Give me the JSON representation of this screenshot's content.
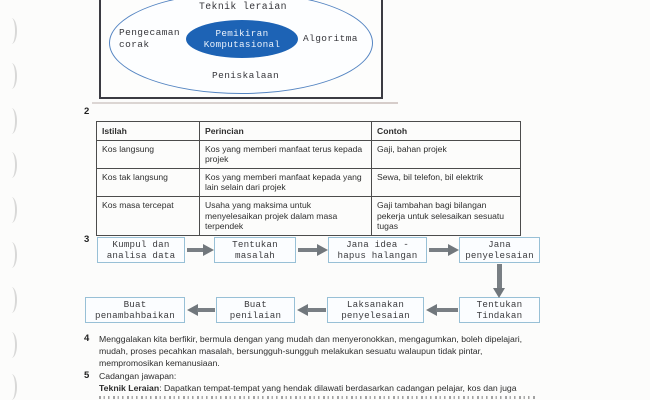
{
  "colors": {
    "accent_blue": "#1d63b5",
    "venn_outline_blue": "#5585c2",
    "flow_box_border": "#98c0d6",
    "arrow_gray": "#797f84",
    "table_border": "#4c4c4c"
  },
  "venn_diagram": {
    "title": "Teknik leraian",
    "center": {
      "l1": "Pemikiran",
      "l2": "Komputasional"
    },
    "left": {
      "l1": "Pengecaman",
      "l2": "corak"
    },
    "right": "Algoritma",
    "bottom": "Peniskalaan"
  },
  "cost_table": {
    "item_number": "2",
    "headers": [
      "Istilah",
      "Perincian",
      "Contoh"
    ],
    "rows": [
      [
        "Kos langsung",
        "Kos yang memberi manfaat terus kepada projek",
        "Gaji, bahan projek"
      ],
      [
        "Kos tak langsung",
        "Kos yang memberi manfaat kepada yang lain selain dari projek",
        "Sewa, bil telefon, bil elektrik"
      ],
      [
        "Kos masa tercepat",
        "Usaha yang maksima untuk menyelesaikan projek dalam masa terpendek",
        "Gaji tambahan bagi bilangan pekerja untuk selesaikan sesuatu tugas"
      ]
    ]
  },
  "flowchart": {
    "item_number": "3",
    "top_row": [
      {
        "l1": "Kumpul dan",
        "l2": "analisa data"
      },
      {
        "l1": "Tentukan",
        "l2": "masalah"
      },
      {
        "l1": "Jana idea -",
        "l2": "hapus halangan"
      },
      {
        "l1": "Jana",
        "l2": "penyelesaian"
      }
    ],
    "bottom_row": [
      {
        "l1": "Buat",
        "l2": "penambahbaikan"
      },
      {
        "l1": "Buat",
        "l2": "penilaian"
      },
      {
        "l1": "Laksanakan",
        "l2": "penyelesaian"
      },
      {
        "l1": "Tentukan",
        "l2": "Tindakan"
      }
    ]
  },
  "item4": {
    "item_number": "4",
    "line1": "Menggalakan kita berfikir, bermula dengan yang mudah dan menyeronokkan, mengagumkan, boleh dipelajari,",
    "line2": "mudah, proses pecahkan masalah, bersungguh-sungguh melakukan sesuatu walaupun tidak pintar,",
    "line3": "mempromosikan kemanusiaan."
  },
  "item5": {
    "item_number": "5",
    "heading": "Cadangan jawapan:",
    "answer_lead": "Teknik Leraian",
    "answer_rest": ": Dapatkan tempat-tempat yang hendak dilawati berdasarkan cadangan pelajar, kos dan juga"
  }
}
